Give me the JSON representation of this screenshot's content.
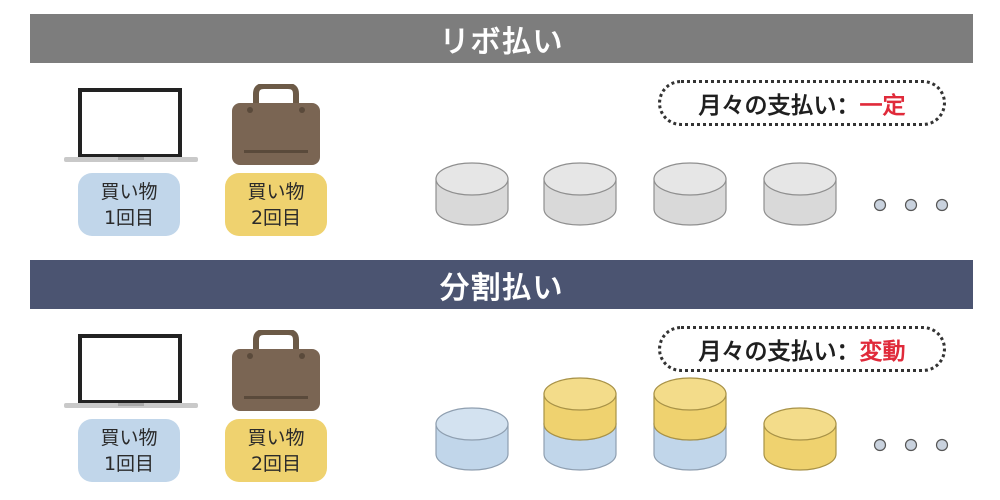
{
  "colors": {
    "revo_banner": "#7d7d7d",
    "split_banner": "#4b5471",
    "pill_blue": "#c1d6ea",
    "pill_yellow": "#efd26f",
    "coin_gray": "#d9d9d9",
    "coin_blue": "#c1d6ea",
    "coin_yellow": "#efd26f",
    "accent_red": "#e02a3a"
  },
  "sections": [
    {
      "title": "リボ払い",
      "purchases": [
        {
          "label": "買い物",
          "count": "1回目",
          "icon": "laptop-icon"
        },
        {
          "label": "買い物",
          "count": "2回目",
          "icon": "bag-icon"
        }
      ],
      "callout": {
        "prefix": "月々の支払い：",
        "value": "一定"
      },
      "coin_stacks": [
        [
          "gray"
        ],
        [
          "gray"
        ],
        [
          "gray"
        ],
        [
          "gray"
        ]
      ]
    },
    {
      "title": "分割払い",
      "purchases": [
        {
          "label": "買い物",
          "count": "1回目",
          "icon": "laptop-icon"
        },
        {
          "label": "買い物",
          "count": "2回目",
          "icon": "bag-icon"
        }
      ],
      "callout": {
        "prefix": "月々の支払い：",
        "value": "変動"
      },
      "coin_stacks": [
        [
          "blue"
        ],
        [
          "blue",
          "yellow"
        ],
        [
          "blue",
          "yellow"
        ],
        [
          "yellow"
        ]
      ]
    }
  ]
}
